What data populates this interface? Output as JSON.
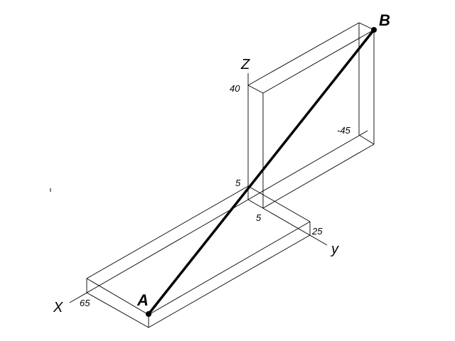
{
  "diagram": {
    "axes": {
      "x_label": "X",
      "y_label": "y",
      "z_label": "Z"
    },
    "ticks": {
      "z_40": "40",
      "z_5": "5",
      "y_minus_45": "-45",
      "y_5": "5",
      "y_25": "25",
      "x_65": "65"
    },
    "points": {
      "a_label": "A",
      "b_label": "B"
    },
    "colors": {
      "line": "#000000",
      "background": "#ffffff"
    }
  }
}
